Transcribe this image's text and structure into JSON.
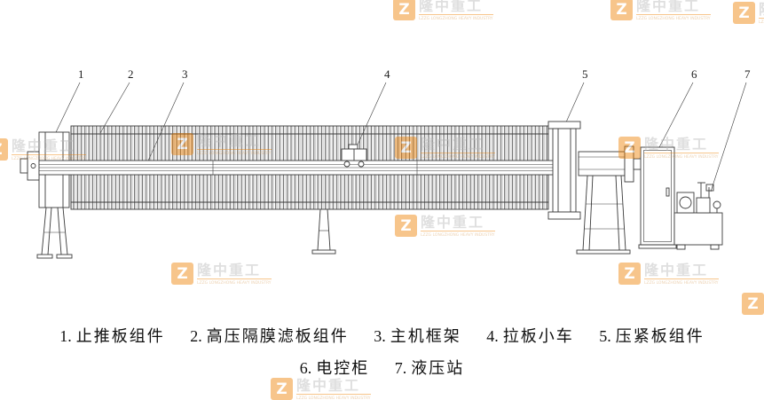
{
  "watermark": {
    "logo_letter": "Z",
    "cn": "隆中重工",
    "sub": "LZZG LONGZHONG HEAVY INDUSTRY",
    "accent": "#ee7f00",
    "text_gray": "#b9b9b9"
  },
  "diagram": {
    "callouts": [
      "1",
      "2",
      "3",
      "4",
      "5",
      "6",
      "7"
    ],
    "parts": [
      {
        "num": "1.",
        "name": "止推板组件"
      },
      {
        "num": "2.",
        "name": "高压隔膜滤板组件"
      },
      {
        "num": "3.",
        "name": "主机框架"
      },
      {
        "num": "4.",
        "name": "拉板小车"
      },
      {
        "num": "5.",
        "name": "压紧板组件"
      },
      {
        "num": "6.",
        "name": "电控柜"
      },
      {
        "num": "7.",
        "name": "液压站"
      }
    ],
    "line_color": "#3a3a3a"
  }
}
